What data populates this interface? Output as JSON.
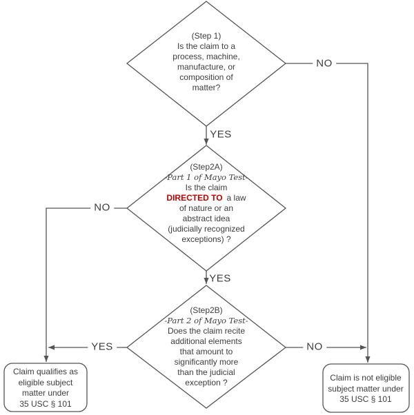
{
  "colors": {
    "line": "#545454",
    "text": "#3c3c3c",
    "emphasis_red": "#c00000"
  },
  "step1": {
    "lines": [
      "(Step 1)",
      "Is the claim to a",
      "process, machine,",
      "manufacture, or",
      "composition of",
      "matter?"
    ]
  },
  "step2a": {
    "heading": "(Step2A)",
    "subtitle": "-Part 1 of Mayo Test-",
    "intro": "Is the claim",
    "emphasis": "DIRECTED TO",
    "after_emphasis": "a law",
    "lines": [
      "of nature or an",
      "abstract idea",
      "(judicially recognized",
      "exceptions) ?"
    ]
  },
  "step2b": {
    "heading": "(Step2B)",
    "subtitle": "-Part 2 of Mayo Test-",
    "lines": [
      "Does the claim recite",
      "additional elements",
      "that amount to",
      "significantly more",
      "than the judicial",
      "exception ?"
    ]
  },
  "outcomes": {
    "eligible": {
      "lines": [
        "Claim qualifies as",
        "eligible subject",
        "matter under",
        "35 USC § 101"
      ]
    },
    "not_eligible": {
      "lines": [
        "Claim is not eligible",
        "subject matter under",
        "35 USC § 101"
      ]
    }
  },
  "labels": {
    "step1_yes": "YES",
    "step1_no": "NO",
    "step2a_yes": "YES",
    "step2a_no": "NO",
    "step2b_yes": "YES",
    "step2b_no": "NO"
  }
}
